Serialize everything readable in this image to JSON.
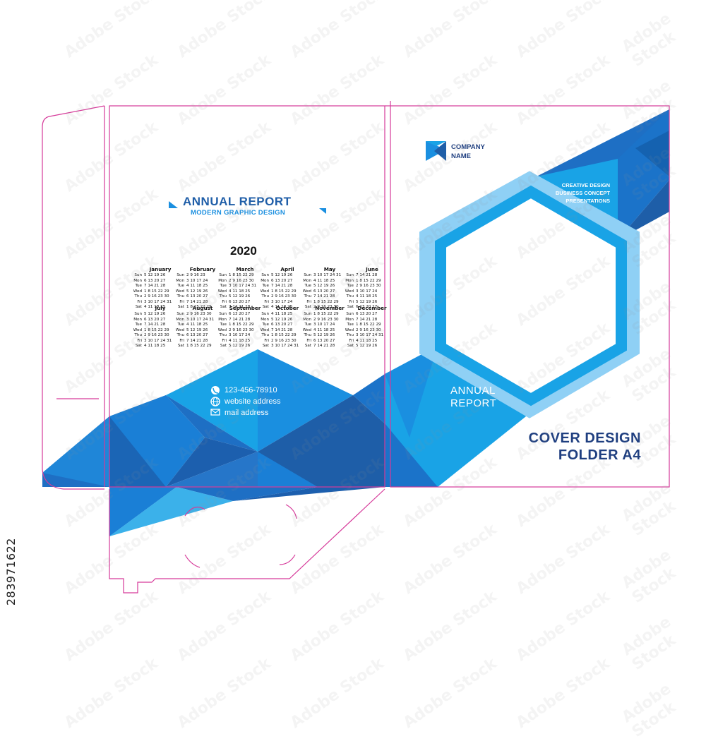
{
  "back_cover": {
    "title": "ANNUAL REPORT",
    "subtitle": "MODERN GRAPHIC DESIGN",
    "year": "2020"
  },
  "calendar": {
    "months": [
      {
        "name": "January",
        "rows": [
          "5 12 19 26",
          "6 13 20 27",
          "7 14 21 28",
          "1 8 15 22 29",
          "2 9 16 23 30",
          "3 10 17 24 31",
          "4 11 18 25"
        ]
      },
      {
        "name": "February",
        "rows": [
          "2 9 16 23",
          "3 10 17 24",
          "4 11 18 25",
          "5 12 19 26",
          "6 13 20 27",
          "7 14 21 28",
          "1 8 15 22 29"
        ]
      },
      {
        "name": "March",
        "rows": [
          "1 8 15 22 29",
          "2 9 16 23 30",
          "3 10 17 24 31",
          "4 11 18 25",
          "5 12 19 26",
          "6 13 20 27",
          "7 14 21 28"
        ]
      },
      {
        "name": "April",
        "rows": [
          "5 12 19 26",
          "6 13 20 27",
          "7 14 21 28",
          "1 8 15 22 29",
          "2 9 16 23 30",
          "3 10 17 24",
          "4 11 18 25"
        ]
      },
      {
        "name": "May",
        "rows": [
          "3 10 17 24 31",
          "4 11 18 25",
          "5 12 19 26",
          "6 13 20 27",
          "7 14 21 28",
          "1 8 15 22 29",
          "2 9 16 23 30"
        ]
      },
      {
        "name": "June",
        "rows": [
          "7 14 21 28",
          "1 8 15 22 29",
          "2 9 16 23 30",
          "3 10 17 24",
          "4 11 18 25",
          "5 12 19 26",
          "6 13 20 27"
        ]
      },
      {
        "name": "July",
        "rows": [
          "5 12 19 26",
          "6 13 20 27",
          "7 14 21 28",
          "1 8 15 22 29",
          "2 9 16 23 30",
          "3 10 17 24 31",
          "4 11 18 25"
        ]
      },
      {
        "name": "August",
        "rows": [
          "2 9 16 23 30",
          "3 10 17 24 31",
          "4 11 18 25",
          "5 12 19 26",
          "6 13 20 27",
          "7 14 21 28",
          "1 8 15 22 29"
        ]
      },
      {
        "name": "September",
        "rows": [
          "6 13 20 27",
          "7 14 21 28",
          "1 8 15 22 29",
          "2 9 16 23 30",
          "3 10 17 24",
          "4 11 18 25",
          "5 12 19 26"
        ]
      },
      {
        "name": "October",
        "rows": [
          "4 11 18 25",
          "5 12 19 26",
          "6 13 20 27",
          "7 14 21 28",
          "1 8 15 22 29",
          "2 9 16 23 30",
          "3 10 17 24 31"
        ]
      },
      {
        "name": "November",
        "rows": [
          "1 8 15 22 29",
          "2 9 16 23 30",
          "3 10 17 24",
          "4 11 18 25",
          "5 12 19 26",
          "6 13 20 27",
          "7 14 21 28"
        ]
      },
      {
        "name": "December",
        "rows": [
          "6 13 20 27",
          "7 14 21 28",
          "1 8 15 22 29",
          "2 9 16 23 30",
          "3 10 17 24 31",
          "4 11 18 25",
          "5 12 19 26"
        ]
      }
    ],
    "weekdays": [
      "Sun",
      "Mon",
      "Tue",
      "Wed",
      "Thu",
      "Fri",
      "Sat"
    ]
  },
  "contact": {
    "phone": "123-456-78910",
    "website": "website address",
    "mail": "mail address"
  },
  "front_cover": {
    "company_line1": "COMPANY",
    "company_line2": "NAME",
    "tagline1": "CREATIVE DESIGN",
    "tagline2": "BUSINESS CONCEPT",
    "tagline3": "PRESENTATIONS",
    "annual1": "ANNUAL",
    "annual2": "REPORT",
    "cover1": "COVER DESIGN",
    "cover2": "FOLDER A4"
  },
  "stock_id": "283971622",
  "watermark": "Adobe Stock",
  "colors": {
    "dark_blue": "#1e5ea8",
    "mid_blue": "#1a7fd6",
    "light_blue": "#19a3e6",
    "pale_blue": "#8fd0f5",
    "navy_text": "#1f3f80",
    "dieline": "#d63a9a"
  }
}
